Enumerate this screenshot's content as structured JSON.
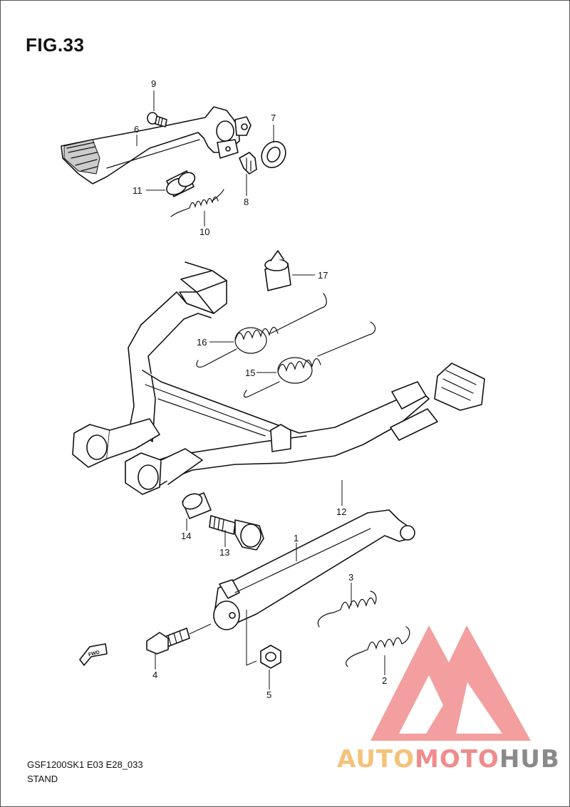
{
  "figure": {
    "title": "FIG.33"
  },
  "callouts": [
    "1",
    "2",
    "3",
    "4",
    "5",
    "6",
    "7",
    "8",
    "9",
    "10",
    "11",
    "12",
    "13",
    "14",
    "15",
    "16",
    "17"
  ],
  "fwd_label": "FWD",
  "footer": {
    "code": "GSF1200SK1 E03 E28_033",
    "title": "STAND"
  },
  "watermark": {
    "part1": "AUTO",
    "part2": "MOTO",
    "part3": "HUB",
    "colors": {
      "orange": "#f4c27a",
      "red": "#ef8c8c",
      "gray": "#8a8a8a"
    }
  }
}
